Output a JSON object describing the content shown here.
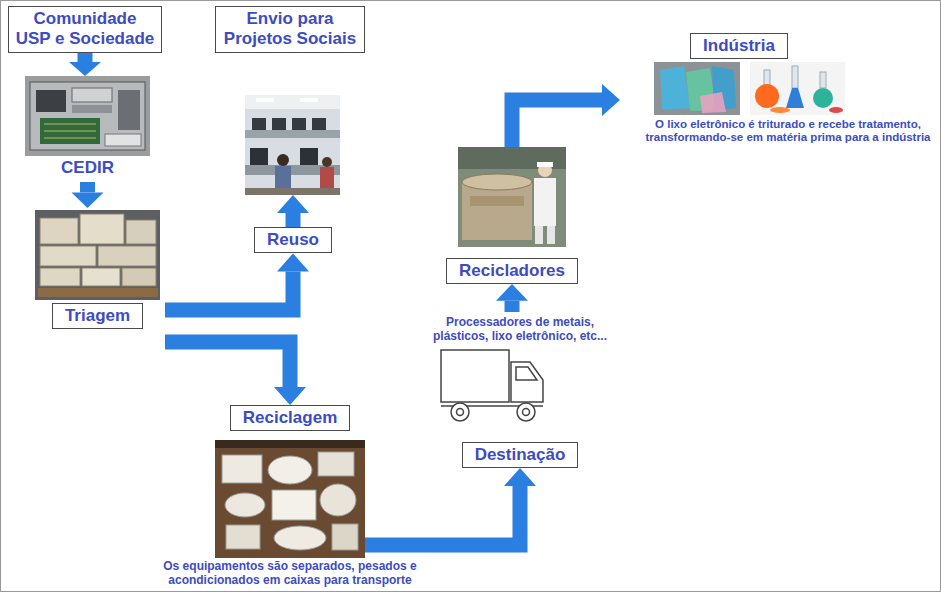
{
  "diagram": {
    "nodes": [
      {
        "text": [
          "Comunidade USP e Sociedade"
        ]
      },
      {
        "text": [
          "CEDIR"
        ]
      },
      {
        "text": [
          "Triagem"
        ]
      },
      {
        "text": [
          "Reuso"
        ]
      },
      {
        "text": [
          "Envio para Projetos Sociais"
        ]
      },
      {
        "text": [
          "Reciclagem"
        ]
      },
      {
        "text": [
          "Destinação"
        ]
      },
      {
        "text": [
          "Recicladores"
        ]
      },
      {
        "text": [
          "Indústria"
        ]
      }
    ],
    "edges": [
      {
        "from": 0,
        "to": 1,
        "arrow": "to"
      },
      {
        "from": 1,
        "to": 2,
        "arrow": "to"
      },
      {
        "from": 2,
        "to": 3,
        "arrow": "to"
      },
      {
        "from": 3,
        "to": 4,
        "arrow": "to"
      },
      {
        "from": 2,
        "to": 5,
        "arrow": "to"
      },
      {
        "from": 5,
        "to": 6,
        "arrow": "to"
      },
      {
        "from": 6,
        "to": 7,
        "arrow": "to"
      },
      {
        "from": 7,
        "to": 8,
        "arrow": "to"
      }
    ],
    "labels": [
      "Os equipamentos são separados, pesados e acondicionados em caixas para transporte",
      "Processadores de metais, plásticos, lixo eletrônico, etc...",
      "O lixo eletrônico é triturado e recebe tratamento, transformando-se em matéria prima para a indústria"
    ]
  }
}
